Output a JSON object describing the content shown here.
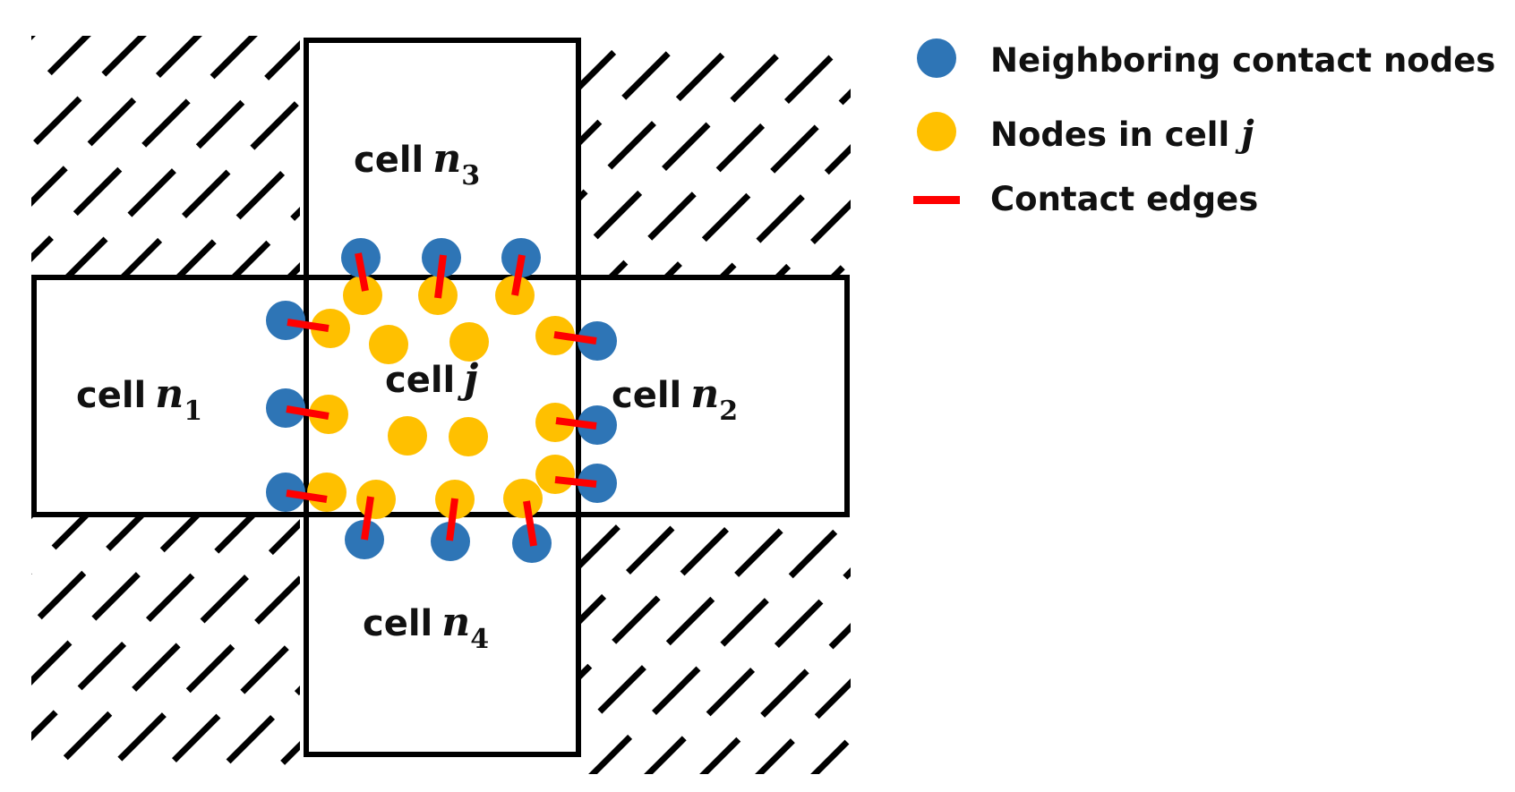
{
  "colors": {
    "neighbor_node": "#2E75B6",
    "cell_node": "#FFC000",
    "contact_edge": "#FF0000",
    "outline": "#000000",
    "background": "#FFFFFF"
  },
  "cells": {
    "center": {
      "word": "cell",
      "var": "j",
      "sub": ""
    },
    "n1": {
      "word": "cell",
      "var": "n",
      "sub": "1"
    },
    "n2": {
      "word": "cell",
      "var": "n",
      "sub": "2"
    },
    "n3": {
      "word": "cell",
      "var": "n",
      "sub": "3"
    },
    "n4": {
      "word": "cell",
      "var": "n",
      "sub": "4"
    }
  },
  "legend": {
    "neighbor": {
      "label": "Neighboring contact nodes",
      "icon": "blue-circle"
    },
    "nodes": {
      "label": "Nodes in cell ",
      "var": "j",
      "icon": "yellow-circle"
    },
    "edges": {
      "label": "Contact edges",
      "icon": "red-dash"
    }
  }
}
